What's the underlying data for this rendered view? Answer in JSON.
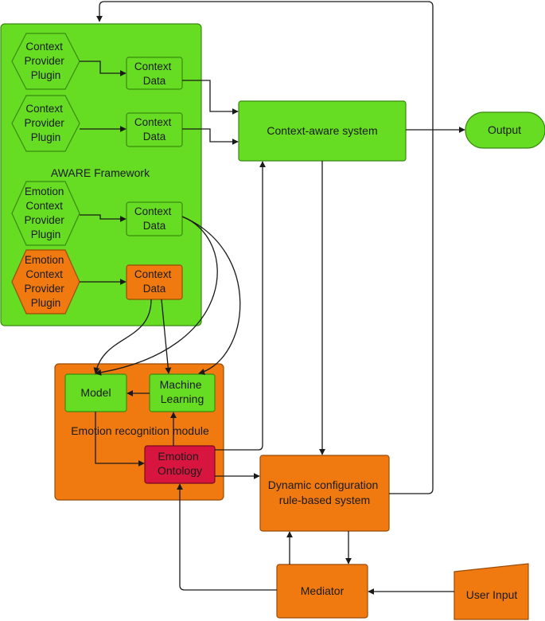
{
  "colors": {
    "green": "#66DD22",
    "orange": "#F07A10",
    "red": "#D8153E",
    "stroke": "#1a1a1a"
  },
  "diagram": {
    "framework": {
      "label": "AWARE Framework"
    },
    "plugins": [
      {
        "lines": [
          "Context",
          "Provider",
          "Plugin"
        ]
      },
      {
        "lines": [
          "Context",
          "Provider",
          "Plugin"
        ]
      },
      {
        "lines": [
          "Emotion",
          "Context",
          "Provider",
          "Plugin"
        ]
      },
      {
        "lines": [
          "Emotion",
          "Context",
          "Provider",
          "Plugin"
        ]
      }
    ],
    "context_data": [
      {
        "lines": [
          "Context",
          "Data"
        ]
      },
      {
        "lines": [
          "Context",
          "Data"
        ]
      },
      {
        "lines": [
          "Context",
          "Data"
        ]
      },
      {
        "lines": [
          "Context",
          "Data"
        ]
      }
    ],
    "context_aware_system": {
      "label": "Context-aware system"
    },
    "output": {
      "label": "Output"
    },
    "emotion_module": {
      "label": "Emotion recognition module"
    },
    "model": {
      "label": "Model"
    },
    "machine_learning": {
      "lines": [
        "Machine",
        "Learning"
      ]
    },
    "emotion_ontology": {
      "lines": [
        "Emotion",
        "Ontology"
      ]
    },
    "dynamic_config": {
      "lines": [
        "Dynamic configuration",
        "rule-based system"
      ]
    },
    "mediator": {
      "label": "Mediator"
    },
    "user_input": {
      "label": "User Input"
    }
  }
}
